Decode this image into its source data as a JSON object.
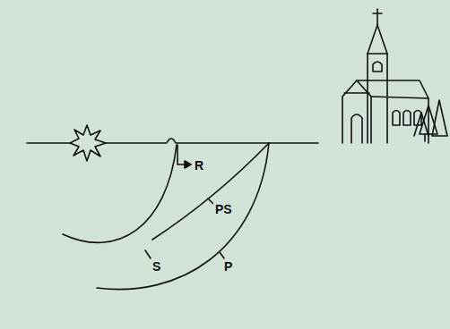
{
  "diagram": {
    "labels": [
      "R",
      "PS",
      "S",
      "P"
    ]
  }
}
